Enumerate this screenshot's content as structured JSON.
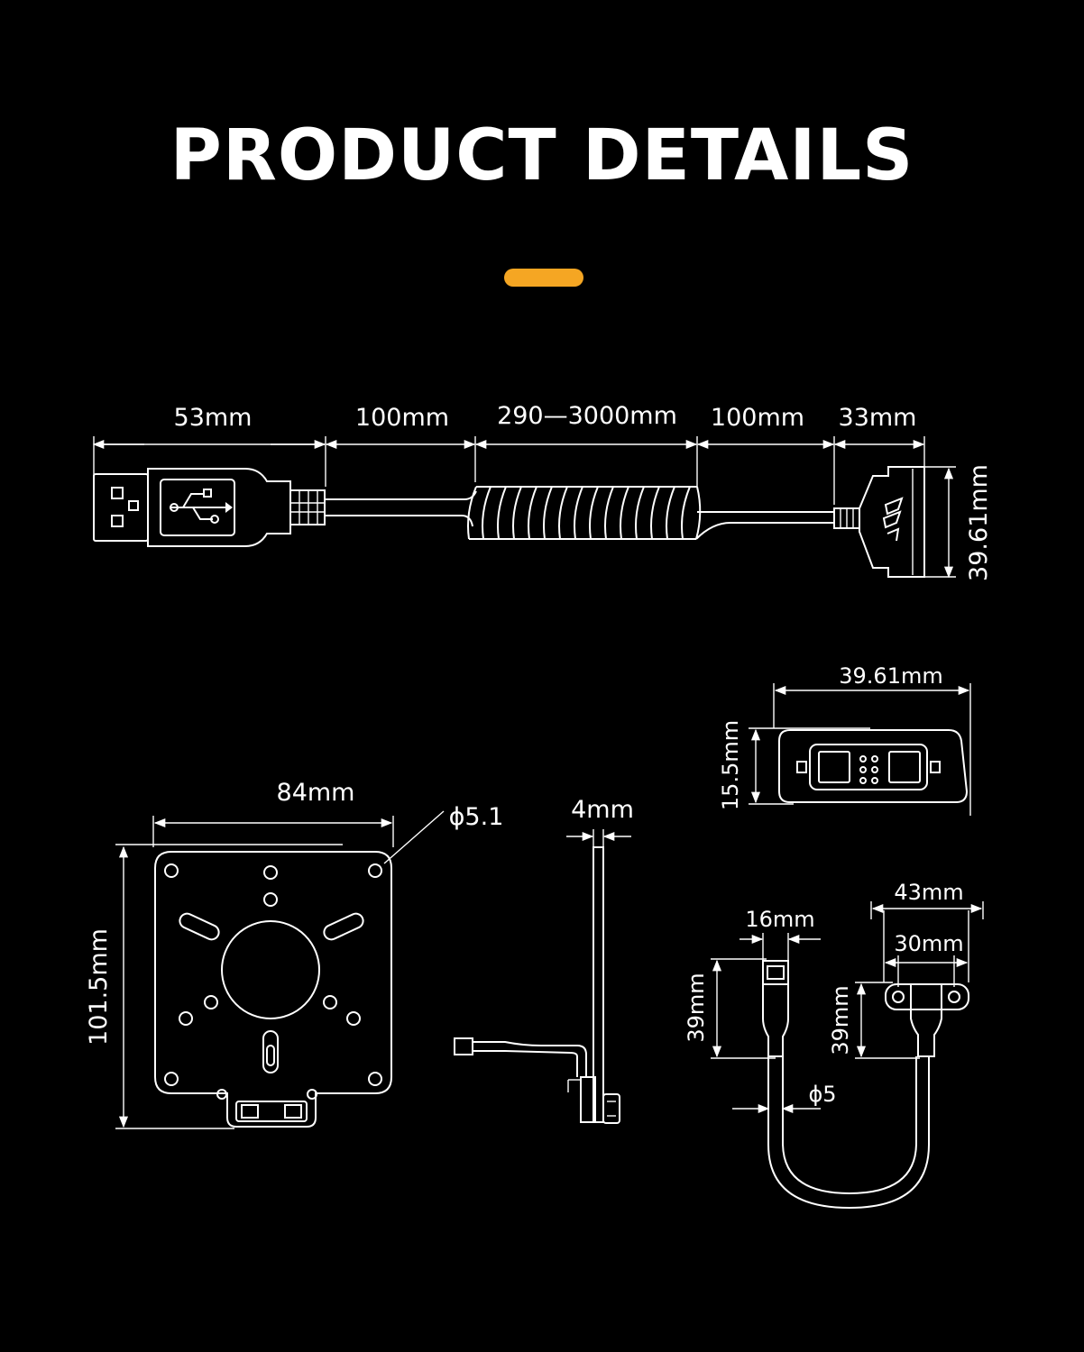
{
  "title": "PRODUCT DETAILS",
  "accent_color": "#f5a623",
  "cable_dims": {
    "usb_plug": "53mm",
    "straight_1": "100mm",
    "coil": "290—3000mm",
    "straight_2": "100mm",
    "connector": "33mm",
    "connector_height": "39.61mm"
  },
  "end_view_dims": {
    "width": "39.61mm",
    "height": "15.5mm"
  },
  "plate_dims": {
    "width": "84mm",
    "height": "101.5mm",
    "hole": "ϕ5.1",
    "thickness": "4mm"
  },
  "cable_end_dims": {
    "plug_width": "16mm",
    "flange_width": "43mm",
    "hole_spacing": "30mm",
    "plug_length": "39mm",
    "flange_length": "39mm",
    "cable_diameter": "ϕ5"
  },
  "icons": [
    "usb-icon",
    "brand-logo-icon"
  ]
}
